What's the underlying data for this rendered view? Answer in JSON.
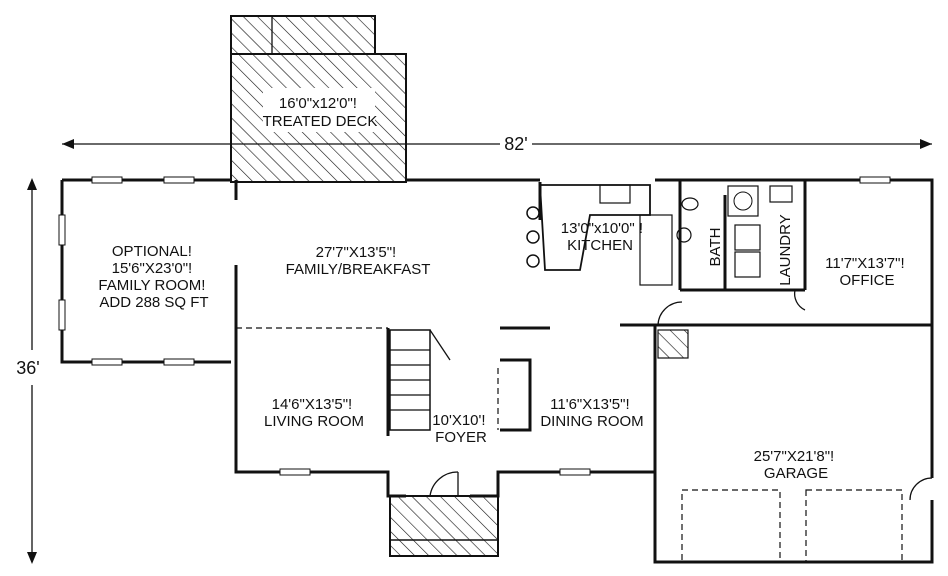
{
  "overall_width": "82'",
  "overall_depth": "36'",
  "rooms": [
    {
      "key": "deck",
      "lines": [
        "16'0\"x12'0\"!",
        "TREATED DECK"
      ]
    },
    {
      "key": "optional",
      "lines": [
        "OPTIONAL!",
        "15'6\"X23'0\"!",
        "FAMILY ROOM!",
        "ADD 288 SQ FT"
      ]
    },
    {
      "key": "family",
      "lines": [
        "27'7\"X13'5\"!",
        "FAMILY/BREAKFAST"
      ]
    },
    {
      "key": "kitchen",
      "lines": [
        "13'0\"x10'0\"  !",
        "KITCHEN"
      ]
    },
    {
      "key": "bath",
      "lines": [
        "BATH"
      ]
    },
    {
      "key": "laundry",
      "lines": [
        "LAUNDRY"
      ]
    },
    {
      "key": "office",
      "lines": [
        "11'7\"X13'7\"!",
        "OFFICE"
      ]
    },
    {
      "key": "living",
      "lines": [
        "14'6\"X13'5\"!",
        "LIVING ROOM"
      ]
    },
    {
      "key": "foyer",
      "lines": [
        "10'X10'!",
        "FOYER"
      ]
    },
    {
      "key": "dining",
      "lines": [
        "11'6\"X13'5\"!",
        "DINING ROOM"
      ]
    },
    {
      "key": "garage",
      "lines": [
        "25'7\"X21'8\"!",
        "GARAGE"
      ]
    }
  ]
}
